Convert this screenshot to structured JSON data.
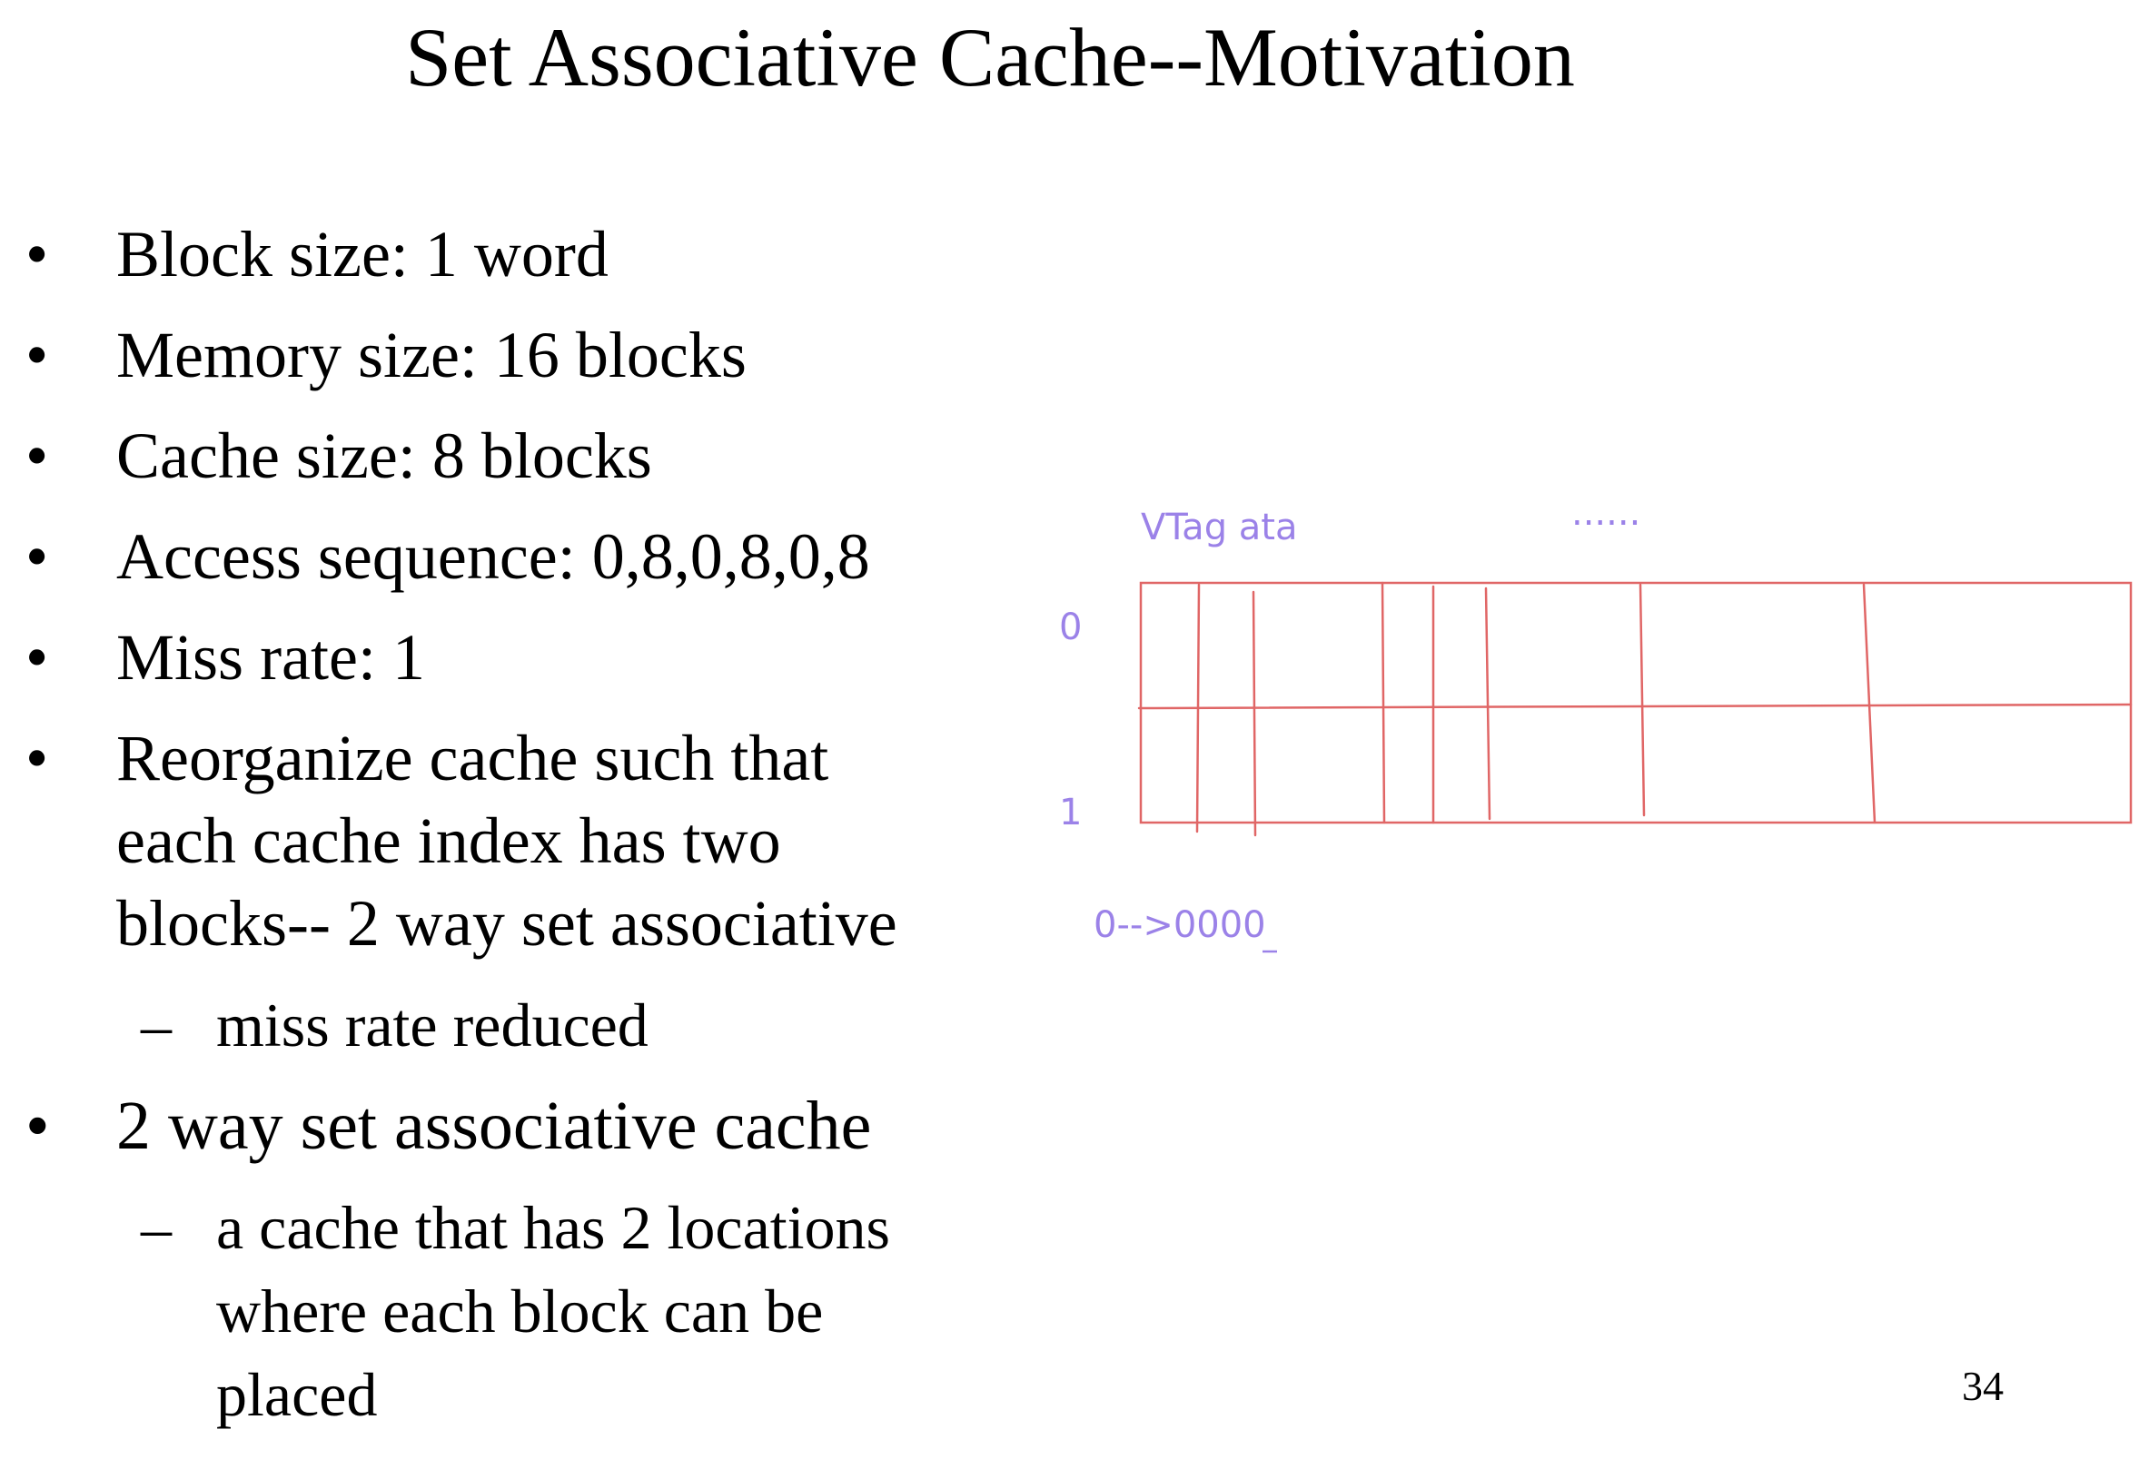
{
  "slide": {
    "title": "Set Associative Cache--Motivation",
    "page_number": "34",
    "bullets": [
      {
        "marker": "•",
        "text": "Block size: 1 word"
      },
      {
        "marker": "•",
        "text": "Memory size: 16 blocks"
      },
      {
        "marker": "•",
        "text": "Cache size: 8 blocks"
      },
      {
        "marker": "•",
        "text": "Access sequence: 0,8,0,8,0,8"
      },
      {
        "marker": "•",
        "text": "Miss rate: 1"
      },
      {
        "marker": "•",
        "lines": [
          "Reorganize cache such that",
          "each cache index has two",
          "blocks-- 2 way set associative"
        ]
      },
      {
        "marker": "–",
        "text": "miss rate reduced"
      },
      {
        "marker": "•",
        "text": "2 way set associative cache"
      },
      {
        "marker": "–",
        "lines": [
          "a cache that has 2 locations",
          "where each block can be",
          "placed"
        ]
      }
    ]
  },
  "annotation": {
    "header": "VTag  ata",
    "dots": "......",
    "row0": "0",
    "row1": "1",
    "mapping": "0-->0000",
    "ink_colors": {
      "grid": "#e06666",
      "text": "#9b82e8"
    }
  }
}
